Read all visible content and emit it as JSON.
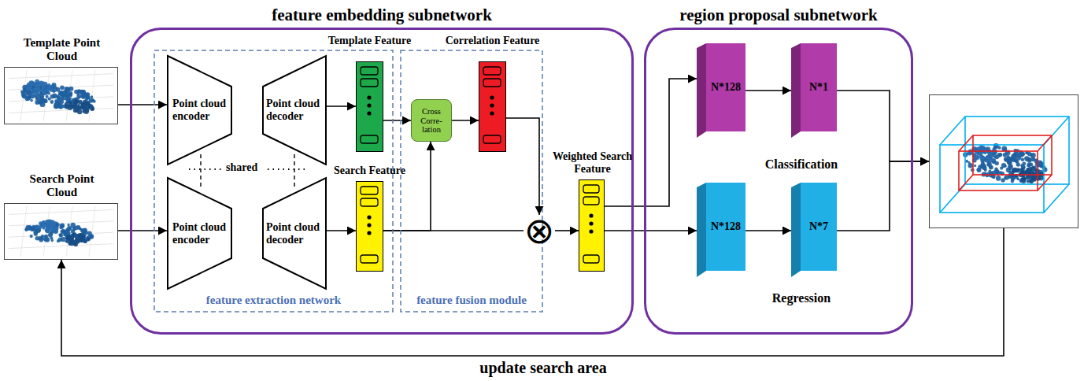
{
  "diagram": {
    "nodes": [
      {
        "text": [
          "Template Point Cloud"
        ]
      },
      {
        "text": [
          "Search Point Cloud"
        ]
      },
      {
        "text": [
          "feature embedding subnetwork"
        ]
      },
      {
        "text": [
          "feature extraction network"
        ],
        "in": 2
      },
      {
        "text": [
          "Point cloud encoder"
        ],
        "in": 3
      },
      {
        "text": [
          "Point cloud decoder"
        ],
        "in": 3
      },
      {
        "text": [
          "Point cloud encoder"
        ],
        "in": 3
      },
      {
        "text": [
          "Point cloud decoder"
        ],
        "in": 3
      },
      {
        "text": [
          "Template Feature"
        ],
        "in": 3
      },
      {
        "text": [
          "Search Feature"
        ],
        "in": 3
      },
      {
        "text": [
          "feature fusion module"
        ],
        "in": 2
      },
      {
        "text": [
          "Cross Corre-lation"
        ],
        "in": 10
      },
      {
        "text": [
          "Correlation Feature"
        ],
        "in": 10
      },
      {
        "text": [
          "⊗"
        ],
        "in": 2
      },
      {
        "text": [
          "Weighted Search Feature"
        ],
        "in": 2
      },
      {
        "text": [
          "region proposal subnetwork"
        ]
      },
      {
        "text": [
          "N*128"
        ],
        "in": 15
      },
      {
        "text": [
          "N*1"
        ],
        "in": 15
      },
      {
        "text": [
          "N*128"
        ],
        "in": 15
      },
      {
        "text": [
          "N*7"
        ],
        "in": 15
      },
      {
        "text": []
      }
    ],
    "edges": [
      {
        "from": 0,
        "to": 4,
        "arrow": "to"
      },
      {
        "from": 5,
        "to": 8,
        "arrow": "to"
      },
      {
        "from": 8,
        "to": 11,
        "arrow": "to"
      },
      {
        "from": 11,
        "to": 12,
        "arrow": "to"
      },
      {
        "from": 1,
        "to": 6,
        "arrow": "to"
      },
      {
        "from": 7,
        "to": 9,
        "arrow": "to"
      },
      {
        "from": 9,
        "to": 13,
        "arrow": "none"
      },
      {
        "from": 9,
        "to": 11,
        "arrow": "to"
      },
      {
        "from": 12,
        "to": 13,
        "arrow": "to"
      },
      {
        "from": 13,
        "to": 14,
        "arrow": "to"
      },
      {
        "from": 14,
        "to": 16,
        "arrow": "to"
      },
      {
        "from": 14,
        "to": 18,
        "arrow": "to"
      },
      {
        "from": 16,
        "to": 17,
        "arrow": "to"
      },
      {
        "from": 18,
        "to": 19,
        "arrow": "to"
      },
      {
        "from": 17,
        "to": 20,
        "arrow": "to"
      },
      {
        "from": 19,
        "to": 20,
        "arrow": "to"
      },
      {
        "from": 20,
        "to": 1,
        "arrow": "to",
        "label": "update search area"
      }
    ],
    "labels": [
      "shared",
      "Classification",
      "Regression"
    ]
  }
}
